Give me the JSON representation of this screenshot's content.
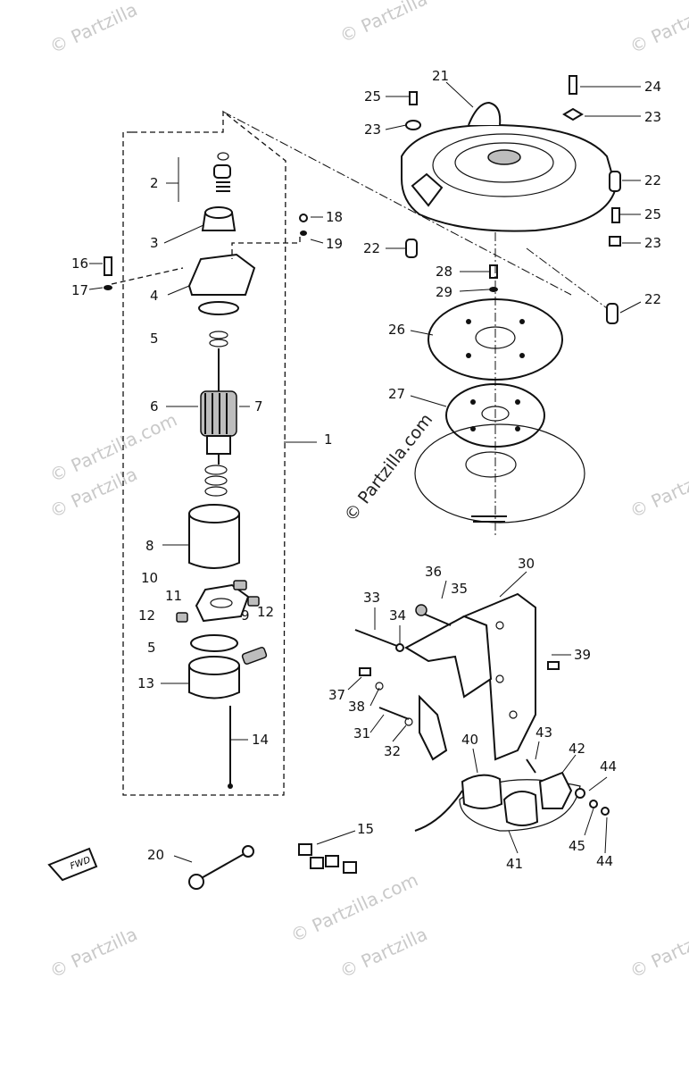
{
  "watermark": "© Partzilla",
  "center_watermark": "© Partzilla.com",
  "fwd_arrow_label": "FWD",
  "callouts": {
    "p1": "1",
    "p2": "2",
    "p3": "3",
    "p4": "4",
    "p5a": "5",
    "p5b": "5",
    "p6": "6",
    "p7": "7",
    "p8": "8",
    "p9": "9",
    "p10": "10",
    "p11": "11",
    "p12a": "12",
    "p12b": "12",
    "p13": "13",
    "p14": "14",
    "p15": "15",
    "p16": "16",
    "p17": "17",
    "p18": "18",
    "p19": "19",
    "p20": "20",
    "p21": "21",
    "p22a": "22",
    "p22b": "22",
    "p22c": "22",
    "p23a": "23",
    "p23b": "23",
    "p23c": "23",
    "p24": "24",
    "p25a": "25",
    "p25b": "25",
    "p26": "26",
    "p27": "27",
    "p28": "28",
    "p29": "29",
    "p30": "30",
    "p31": "31",
    "p32": "32",
    "p33": "33",
    "p34": "34",
    "p35": "35",
    "p36": "36",
    "p37": "37",
    "p38": "38",
    "p39": "39",
    "p40": "40",
    "p41": "41",
    "p42": "42",
    "p43": "43",
    "p44a": "44",
    "p44b": "44",
    "p45": "45"
  },
  "colors": {
    "ink": "#111111",
    "watermark": "#c9c9c9",
    "background": "#ffffff"
  }
}
